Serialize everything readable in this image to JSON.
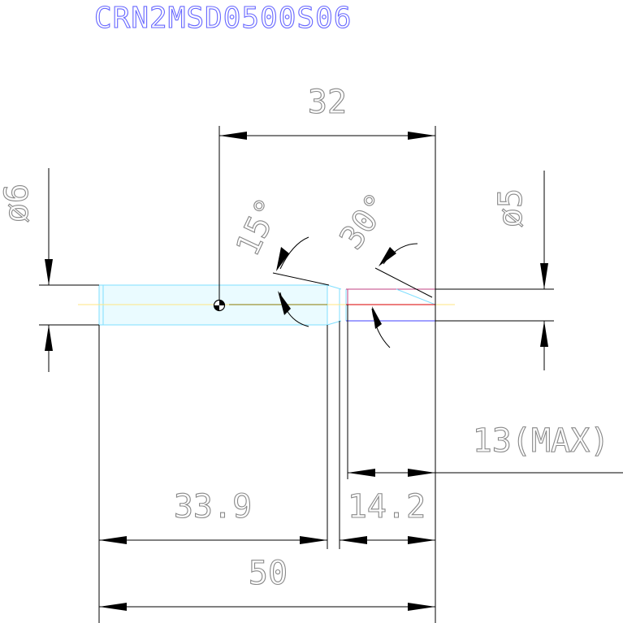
{
  "title": "CRN2MSD0500S06",
  "colors": {
    "title": "#6666ff",
    "text": "#888888",
    "line": "#000000",
    "shank_outline": "#7fdfff",
    "centerline": "#ffe680",
    "red_line": "#e23030",
    "magenta_line": "#c04080",
    "blue_line": "#4040ff"
  },
  "dimensions": {
    "overall_length": "50",
    "shank_length": "33.9",
    "tip_length": "14.2",
    "offset_32": "32",
    "max_depth": "13(MAX)",
    "shank_diameter": "ø6",
    "tip_diameter": "ø5",
    "angle_15": "15°",
    "angle_30": "30°"
  },
  "icons": {
    "centre_mark": "centre-of-gravity-icon"
  }
}
